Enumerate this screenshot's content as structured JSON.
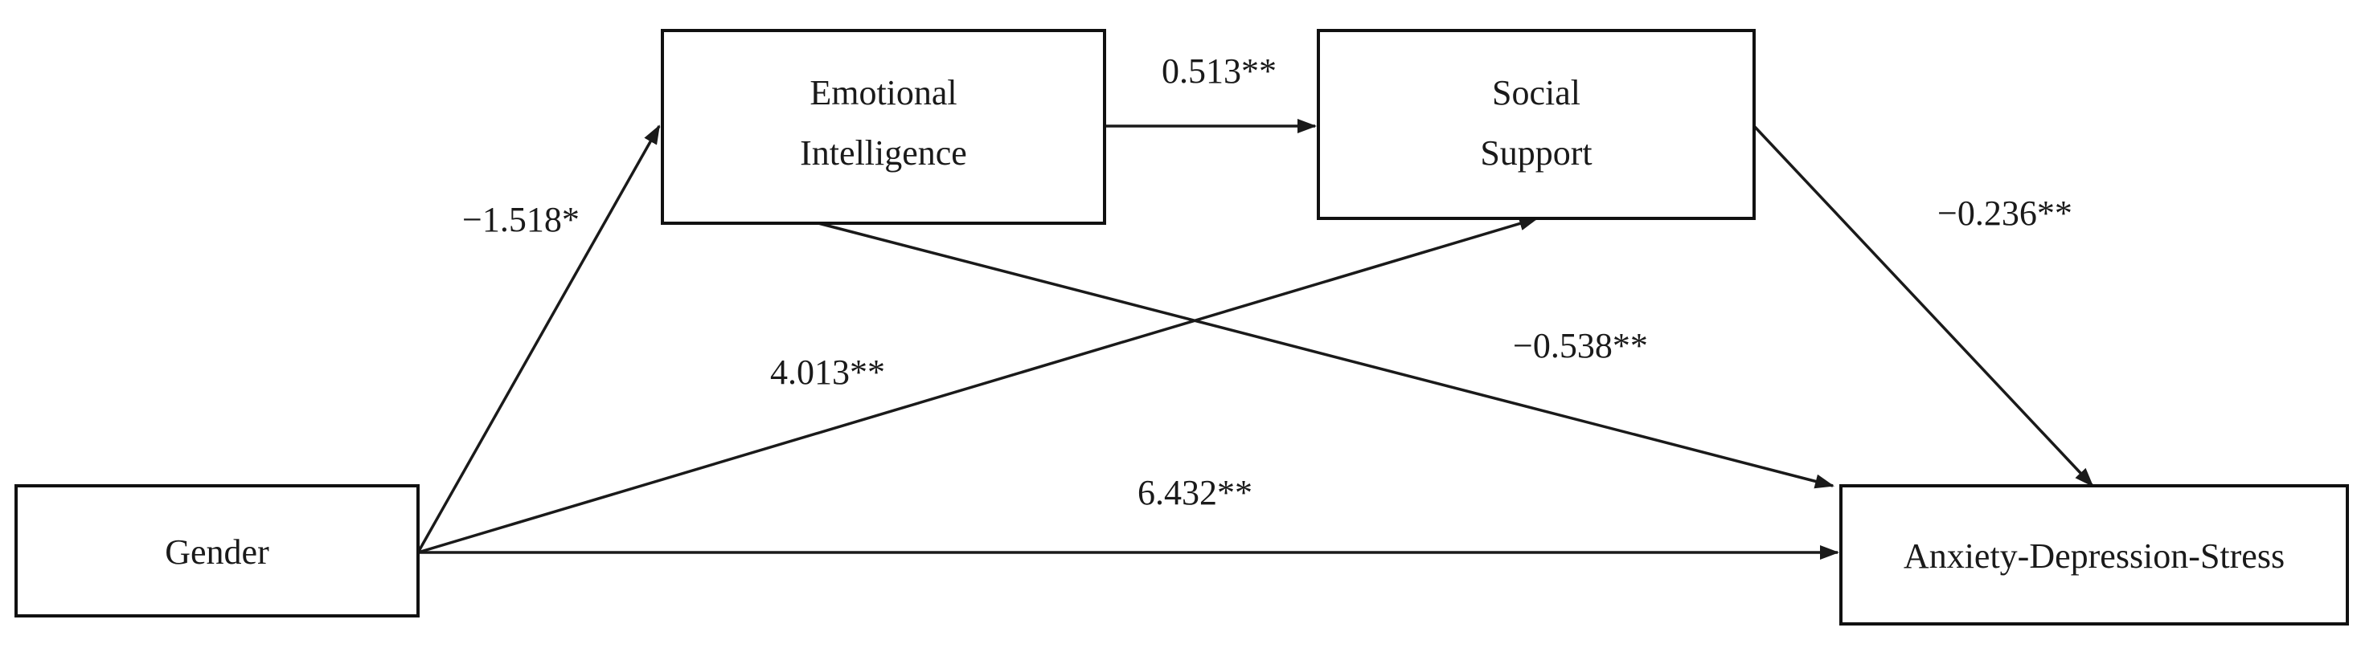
{
  "nodes": {
    "gender": {
      "label": "Gender"
    },
    "emotional_intelligence": {
      "line1": "Emotional",
      "line2": "Intelligence"
    },
    "social_support": {
      "line1": "Social",
      "line2": "Support"
    },
    "anxiety_depression_stress": {
      "label": "Anxiety-Depression-Stress"
    }
  },
  "paths": {
    "gender_to_ei": "−1.518*",
    "ei_to_ss": "0.513**",
    "ss_to_ads": "−0.236**",
    "ei_to_ads": "−0.538**",
    "gender_to_ss": "4.013**",
    "gender_to_ads": "6.432**"
  },
  "colors": {
    "stroke": "#111111",
    "text": "#1a1a1a"
  }
}
